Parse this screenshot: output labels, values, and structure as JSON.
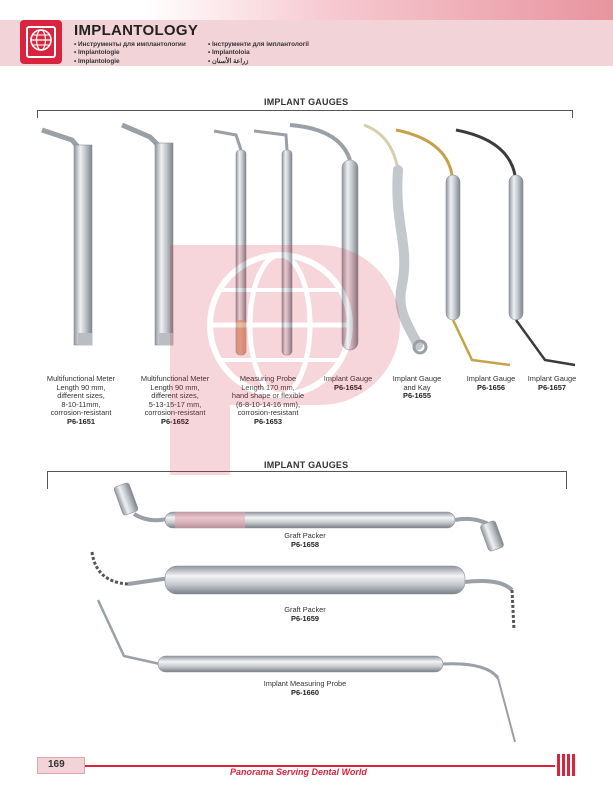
{
  "header": {
    "title": "IMPLANTOLOGY",
    "languages_col1": [
      "Инструменты для имплантологии",
      "Implantologie",
      "Implantologie"
    ],
    "languages_col2": [
      "Інструменти для імплантології",
      "Implantoloia",
      "زراعة الأسنان"
    ]
  },
  "sections": [
    {
      "title": "IMPLANT GAUGES"
    },
    {
      "title": "IMPLANT GAUGES"
    }
  ],
  "products_top": [
    {
      "lines": [
        "Multifunctional Meter",
        "Length 90 mm,",
        "different sizes,",
        "8-10-11mm,",
        "corrosion-resistant"
      ],
      "code": "P6-1651"
    },
    {
      "lines": [
        "Multifunctional Meter",
        "Length 90 mm,",
        "different sizes,",
        "5-13-15-17 mm,",
        "corrosion-resistant"
      ],
      "code": "P6-1652"
    },
    {
      "lines": [
        "Measuring Probe",
        "Length 170 mm,",
        "hand shape or flexible",
        "(6-8-10-14-16 mm),",
        "corrosion-resistant"
      ],
      "code": "P6-1653"
    },
    {
      "lines": [
        "Implant Gauge"
      ],
      "code": "P6-1654"
    },
    {
      "lines": [
        "Implant Gauge",
        "and Kay"
      ],
      "code": "P6-1655"
    },
    {
      "lines": [
        "Implant Gauge"
      ],
      "code": "P6-1656"
    },
    {
      "lines": [
        "Implant Gauge"
      ],
      "code": "P6-1657"
    }
  ],
  "products_bottom": [
    {
      "lines": [
        "Graft Packer"
      ],
      "code": "P6-1658"
    },
    {
      "lines": [
        "Graft Packer"
      ],
      "code": "P6-1659"
    },
    {
      "lines": [
        "Implant Measuring Probe"
      ],
      "code": "P6-1660"
    }
  ],
  "footer": {
    "page_number": "169",
    "tagline": "Panorama Serving Dental World"
  },
  "colors": {
    "brand_red": "#d8243d",
    "header_pink": "#f2d3d8"
  }
}
